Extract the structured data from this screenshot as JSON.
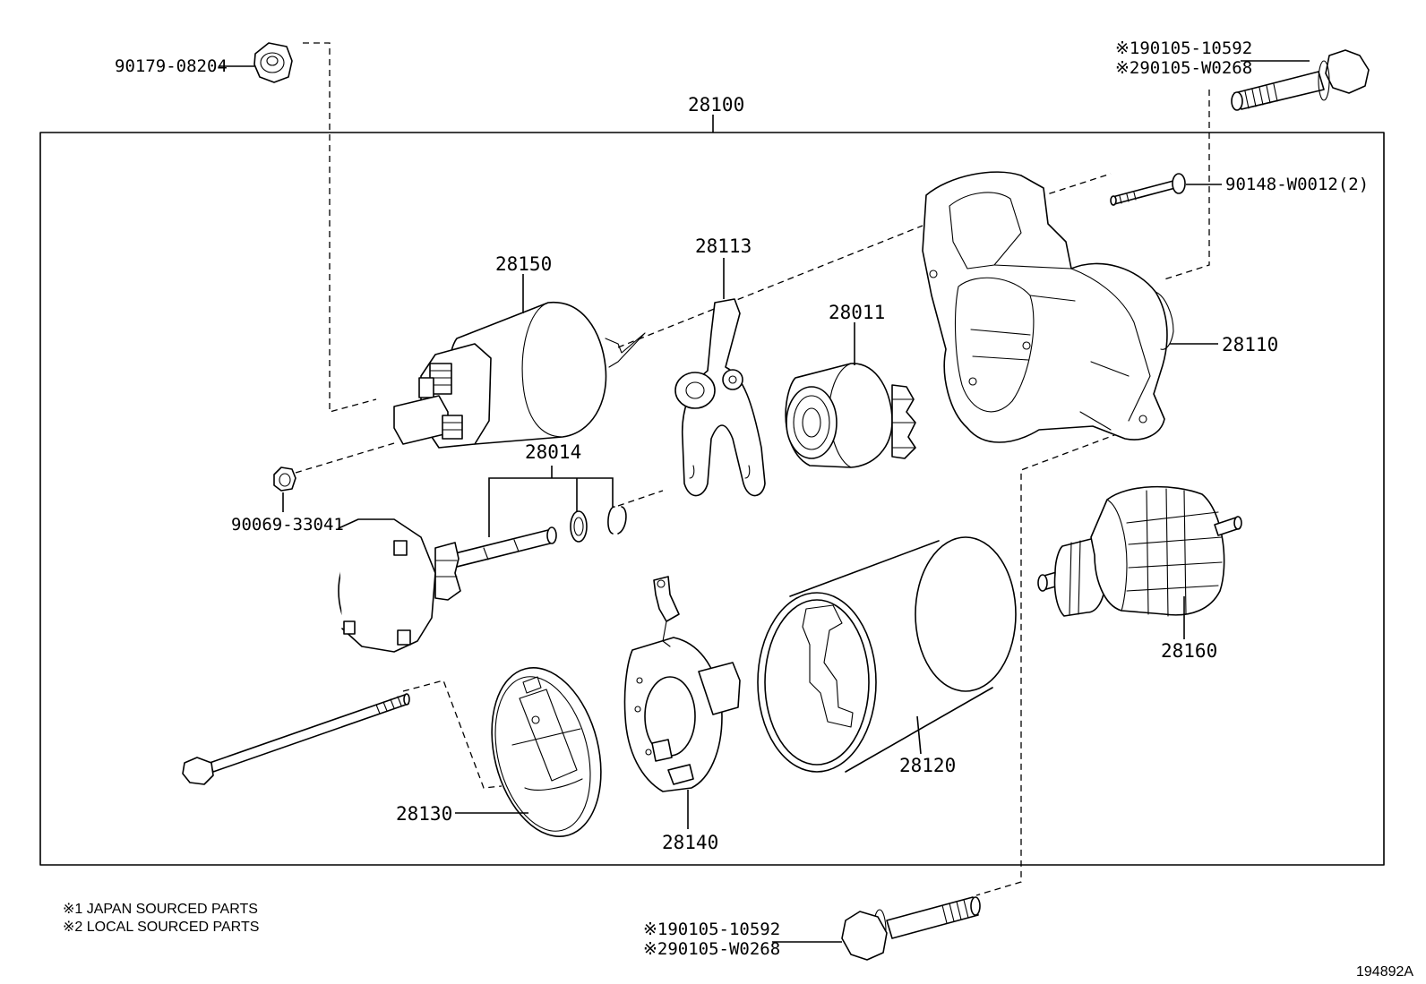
{
  "assembly": {
    "part_number": "28100"
  },
  "parts": {
    "nut_top": "90179-08204",
    "bolt_top_1": "※190105-10592",
    "bolt_top_2": "※290105-W0268",
    "screw": "90148-W0012(2)",
    "housing": "28110",
    "solenoid": "28150",
    "lever": "28113",
    "clutch": "28011",
    "gear_set": "28014",
    "nut_small": "90069-33041",
    "armature": "28160",
    "yoke": "28120",
    "end_frame": "28130",
    "brush_holder": "28140",
    "bolt_bottom_1": "※190105-10592",
    "bolt_bottom_2": "※290105-W0268"
  },
  "notes": [
    "※1 JAPAN SOURCED PARTS",
    "※2 LOCAL SOURCED PARTS"
  ],
  "diagram_ref": "194892A"
}
